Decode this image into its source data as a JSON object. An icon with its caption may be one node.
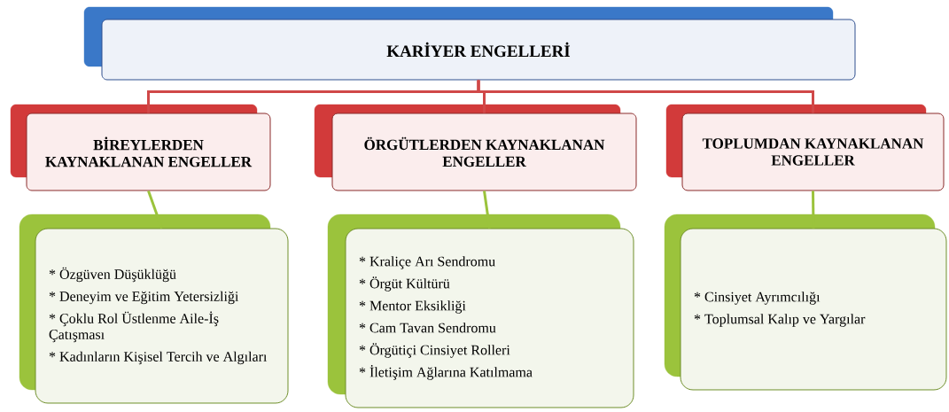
{
  "diagram": {
    "nodes": [
      {
        "text": [
          "KARİYER ENGELLERİ"
        ]
      },
      {
        "text": [
          "BİREYLERDEN KAYNAKLANAN ENGELLER"
        ]
      },
      {
        "text": [
          "ÖRGÜTLERDEN KAYNAKLANAN ENGELLER"
        ]
      },
      {
        "text": [
          "TOPLUMDAN KAYNAKLANAN ENGELLER"
        ]
      },
      {
        "text": [
          "* Özgüven Düşüklüğü",
          "* Deneyim ve Eğitim Yetersizliği",
          "* Çoklu Rol Üstlenme Aile-İş Çatışması",
          "* Kadınların Kişisel Tercih ve Algıları"
        ]
      },
      {
        "text": [
          "* Kraliçe Arı Sendromu",
          "* Örgüt Kültürü",
          "* Mentor Eksikliği",
          "* Cam Tavan Sendromu",
          "* Örgütiçi Cinsiyet Rolleri",
          "* İletişim Ağlarına Katılmama"
        ]
      },
      {
        "text": [
          "* Cinsiyet Ayrımcılığı",
          "* Toplumsal Kalıp ve Yargılar"
        ]
      }
    ],
    "edges": [
      {
        "from": 0,
        "to": 1,
        "arrow": "none"
      },
      {
        "from": 0,
        "to": 2,
        "arrow": "none"
      },
      {
        "from": 0,
        "to": 3,
        "arrow": "none"
      },
      {
        "from": 1,
        "to": 4,
        "arrow": "none",
        "color": "#9bc33c"
      },
      {
        "from": 2,
        "to": 5,
        "arrow": "none",
        "color": "#9bc33c"
      },
      {
        "from": 3,
        "to": 6,
        "arrow": "none",
        "color": "#9bc33c"
      }
    ]
  }
}
